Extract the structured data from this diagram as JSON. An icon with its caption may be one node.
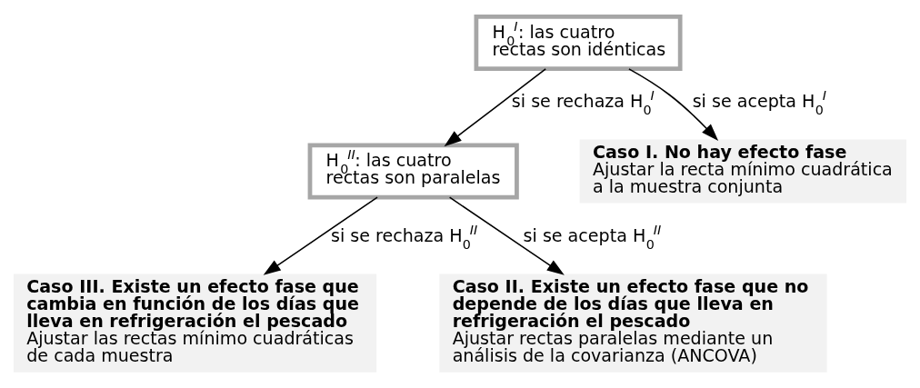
{
  "diagram": {
    "nodes": [
      {
        "text": [
          "H$_{0}$$^{I}$: las cuatro rectas son idénticas"
        ]
      },
      {
        "text": [
          "H$_{0}$$^{II}$: las cuatro rectas son paralelas"
        ]
      },
      {
        "text": [
          "Caso I. No hay efecto fase",
          "Ajustar la recta mínimo cuadrática a la muestra conjunta"
        ]
      },
      {
        "text": [
          "Caso III. Existe un efecto fase que cambia en función de los días que lleva en refrigeración el pescado",
          "Ajustar las rectas mínimo cuadráticas de cada muestra"
        ]
      },
      {
        "text": [
          "Caso II. Existe un efecto fase que no depende de los días que lleva en refrigeración el pescado",
          "Ajustar rectas paralelas mediante un análisis de la covarianza (ANCOVA)"
        ]
      }
    ],
    "edges": [
      {
        "from": 0,
        "to": 1,
        "arrow": "to",
        "label": "si se rechaza H$_{0}$$^{I}$"
      },
      {
        "from": 0,
        "to": 2,
        "arrow": "to",
        "label": "si se acepta H$_{0}$$^{I}$"
      },
      {
        "from": 1,
        "to": 3,
        "arrow": "to",
        "label": "si se rechaza H$_{0}$$^{II}$"
      },
      {
        "from": 1,
        "to": 4,
        "arrow": "to",
        "label": "si se acepta H$_{0}$$^{II}$"
      }
    ]
  }
}
